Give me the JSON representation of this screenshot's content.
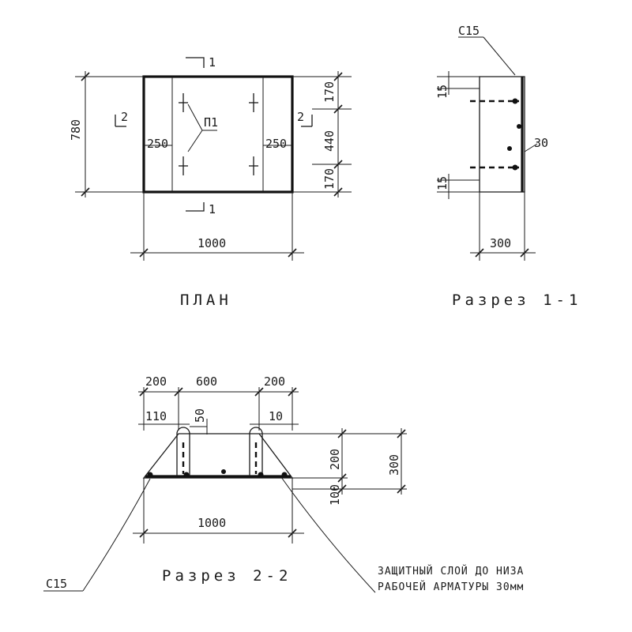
{
  "plan": {
    "title": "ПЛАН",
    "width_dim": "1000",
    "height_dim": "780",
    "left_inner": "250",
    "right_inner": "250",
    "right_top": "170",
    "right_mid": "440",
    "right_bot": "170",
    "rebar_mark": "П1",
    "section_1_top": "1",
    "section_1_bottom": "1",
    "section_2_left": "2",
    "section_2_right": "2"
  },
  "section_1_1": {
    "title": "Разрез 1-1",
    "concrete_mark": "С15",
    "top_offset": "15",
    "bottom_offset": "15",
    "cover": "30",
    "width_dim": "300"
  },
  "section_2_2": {
    "title": "Разрез 2-2",
    "left_top": "200",
    "mid_top": "600",
    "right_top": "200",
    "left_small": "110",
    "right_small": "10",
    "loop_dim": "50",
    "height_upper": "200",
    "height_lower": "100",
    "height_total": "300",
    "width_dim": "1000",
    "concrete_mark": "С15",
    "note_line1": "ЗАЩИТНЫЙ СЛОЙ ДО НИЗА",
    "note_line2": "РАБОЧЕЙ АРМАТУРЫ 30мм"
  }
}
